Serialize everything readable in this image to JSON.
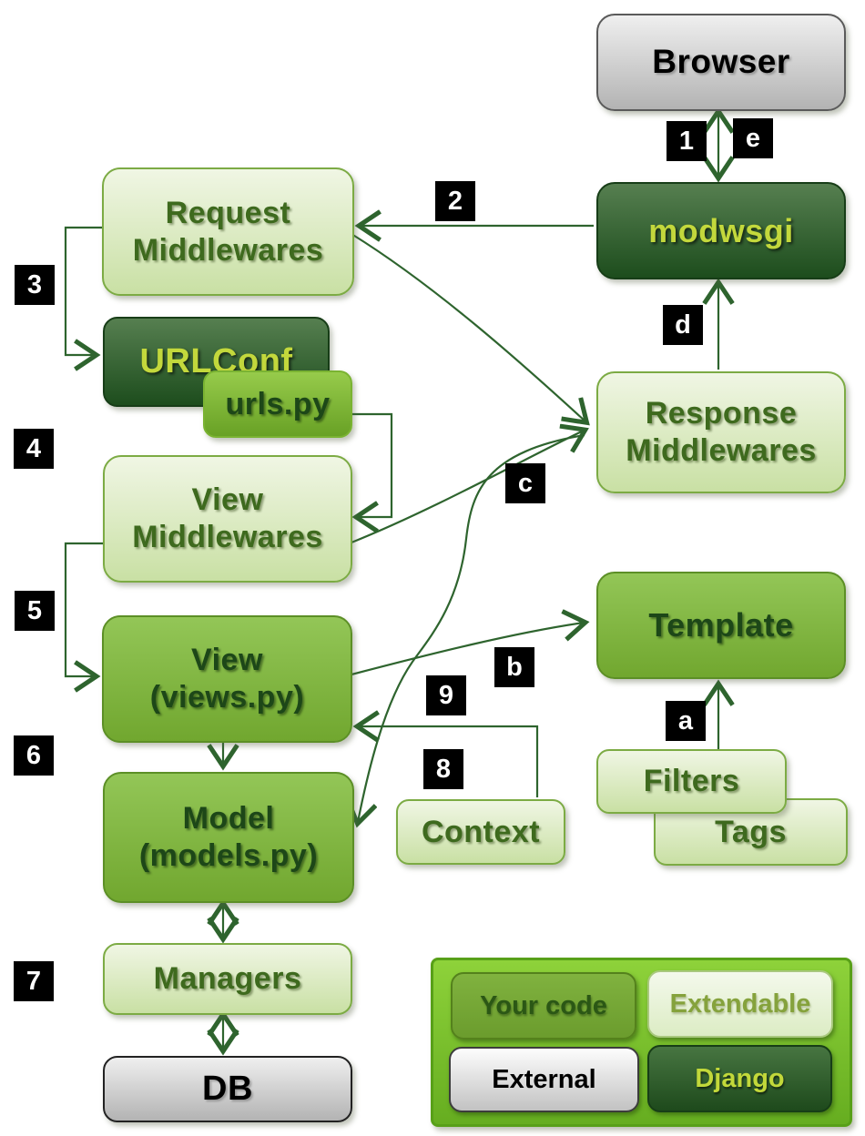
{
  "nodes": {
    "browser": "Browser",
    "modwsgi": "modwsgi",
    "request_middlewares": "Request\nMiddlewares",
    "urlconf": "URLConf",
    "urls_py": "urls.py",
    "view_middlewares": "View\nMiddlewares",
    "view": "View\n(views.py)",
    "model": "Model\n(models.py)",
    "managers": "Managers",
    "db": "DB",
    "response_middlewares": "Response\nMiddlewares",
    "template": "Template",
    "context": "Context",
    "filters": "Filters",
    "tags": "Tags"
  },
  "steps": {
    "s1": "1",
    "s2": "2",
    "s3": "3",
    "s4": "4",
    "s5": "5",
    "s6": "6",
    "s7": "7",
    "s8": "8",
    "s9": "9",
    "sa": "a",
    "sb": "b",
    "sc": "c",
    "sd": "d",
    "se": "e"
  },
  "legend": {
    "your_code": "Your code",
    "extendable": "Extendable",
    "external": "External",
    "django": "Django"
  },
  "palette": {
    "connector_line": "#2e642e",
    "light_box_fill": "#d9eab8",
    "medium_box_fill": "#7fb13c",
    "dark_box_fill": "#2c5a28",
    "gray_box_fill": "#d6d6d6",
    "dark_box_text": "#c3d83c",
    "badge_fill": "#000000",
    "badge_text": "#ffffff",
    "legend_panel_fill": "#7cc42e"
  }
}
